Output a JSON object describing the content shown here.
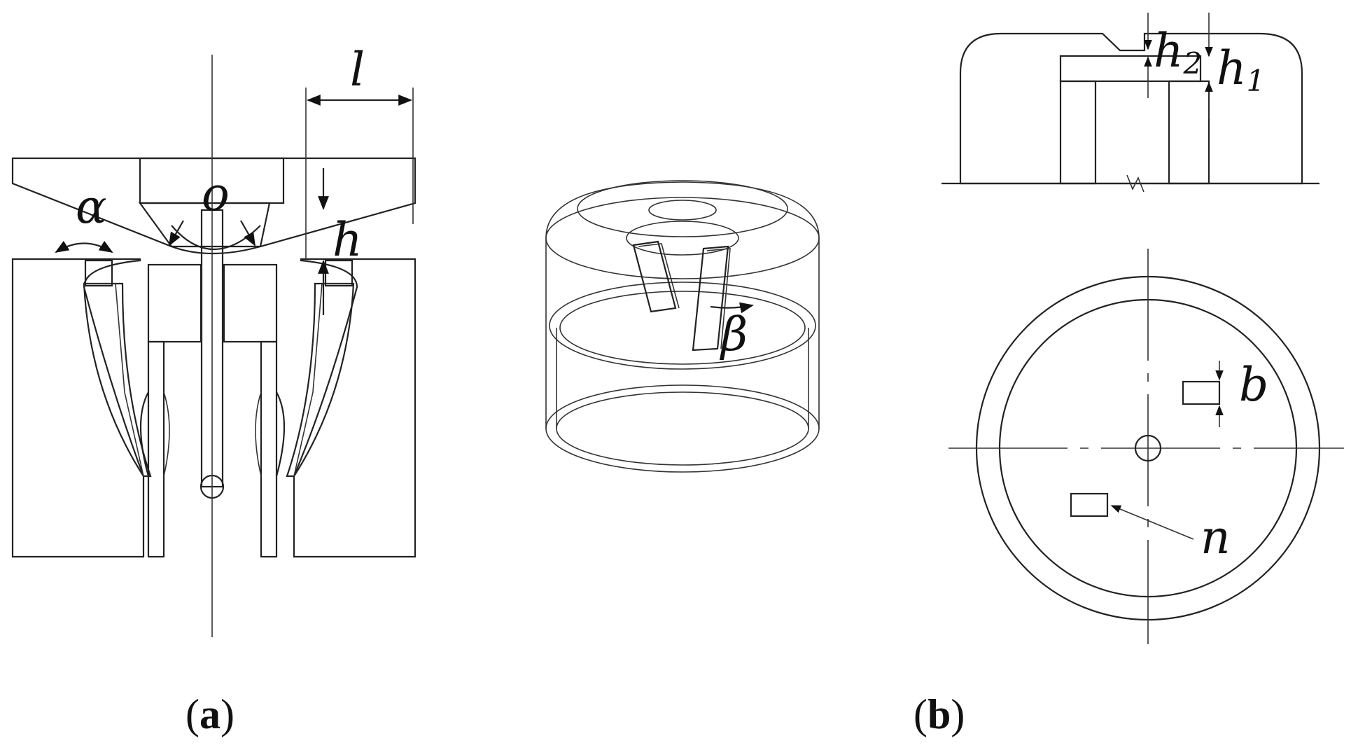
{
  "panel_a": {
    "caption_open": "(",
    "caption_letter": "a",
    "caption_close": ")",
    "labels": {
      "alpha": "α",
      "o": "o",
      "l": "l",
      "h": "h"
    }
  },
  "panel_b": {
    "caption_open": "(",
    "caption_letter": "b",
    "caption_close": ")",
    "labels": {
      "beta": "β",
      "h2_base": "h",
      "h2_sub": "2",
      "h1_base": "h",
      "h1_sub": "1",
      "b": "b",
      "n": "n"
    }
  },
  "colors": {
    "line": "#222222",
    "background": "#ffffff"
  }
}
